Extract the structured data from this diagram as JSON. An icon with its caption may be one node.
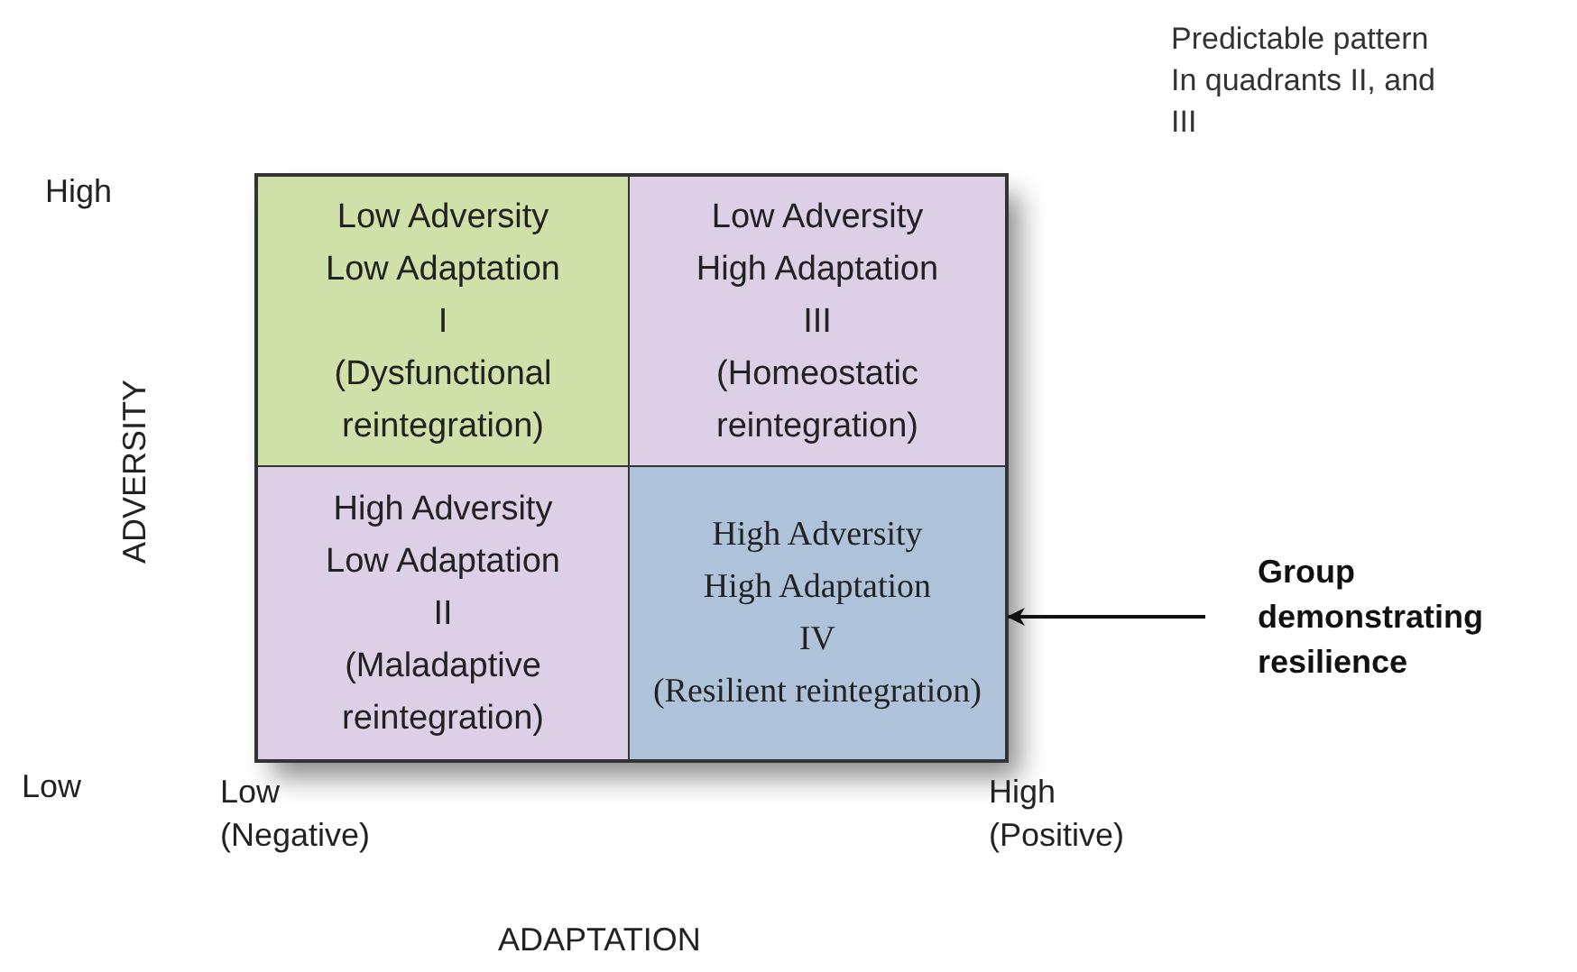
{
  "diagram": {
    "nodes": [
      {
        "text": [
          "Low Adversity",
          "Low Adaptation",
          "I",
          "(Dysfunctional reintegration)"
        ]
      },
      {
        "text": [
          "Low Adversity",
          "High Adaptation",
          "III",
          "(Homeostatic reintegration)"
        ]
      },
      {
        "text": [
          "High Adversity",
          "Low Adaptation",
          "II",
          "(Maladaptive reintegration)"
        ]
      },
      {
        "text": [
          "High Adversity",
          "High Adaptation",
          "IV",
          "(Resilient reintegration)"
        ]
      },
      {
        "text": [
          "Group demonstrating resilience"
        ]
      }
    ],
    "edges": [
      {
        "from": 4,
        "to": 3,
        "arrow": "to"
      }
    ],
    "labels": [
      "Predictable pattern In quadrants II, and III",
      "High",
      "ADVERSITY",
      "Low",
      "Low (Negative)",
      "High (Positive)",
      "ADAPTATION"
    ]
  }
}
